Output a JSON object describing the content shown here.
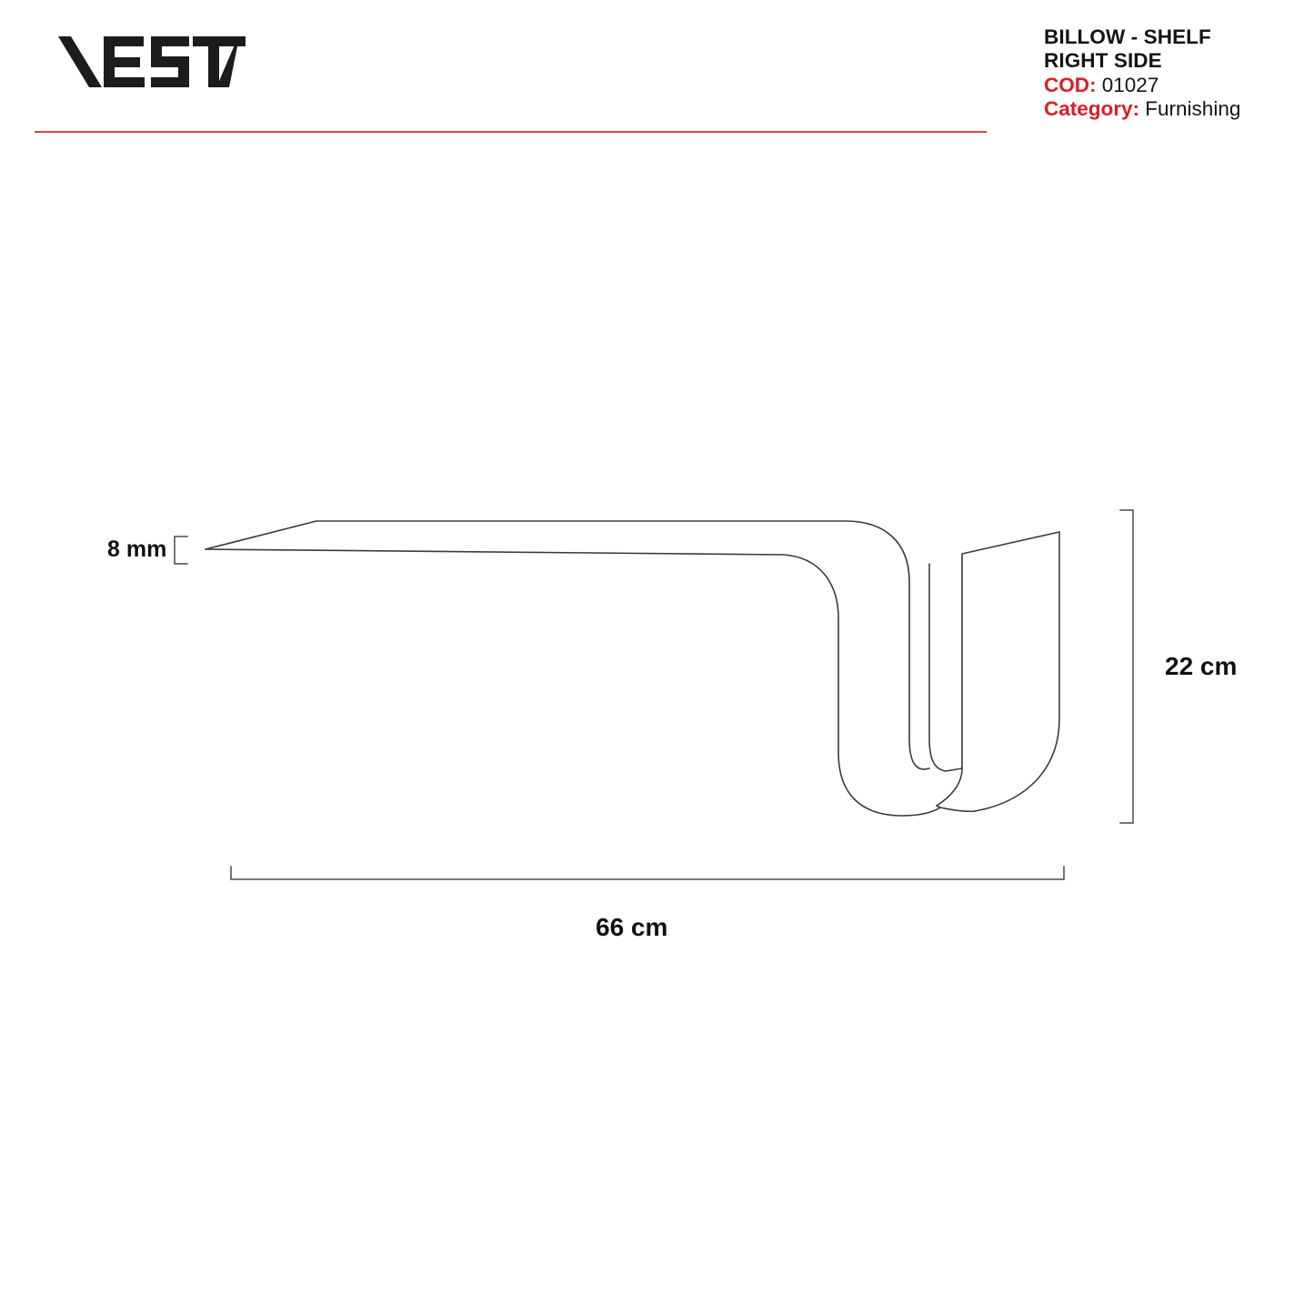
{
  "brand": {
    "name": "VESTA",
    "logo_icon": "vesta-wordmark"
  },
  "header": {
    "rule_color": "#c8494f",
    "title_line_1": "BILLOW - SHELF",
    "title_line_2": "RIGHT SIDE",
    "cod_key": "COD:",
    "cod_value": "01027",
    "category_key": "Category:",
    "category_value": "Furnishing",
    "accent_color": "#d81f26"
  },
  "drawing": {
    "view_name": "right-side-elevation",
    "line_color": "#3b3b3b",
    "dimensions": {
      "thickness_label": "8 mm",
      "height_label": "22 cm",
      "width_label": "66 cm"
    }
  }
}
